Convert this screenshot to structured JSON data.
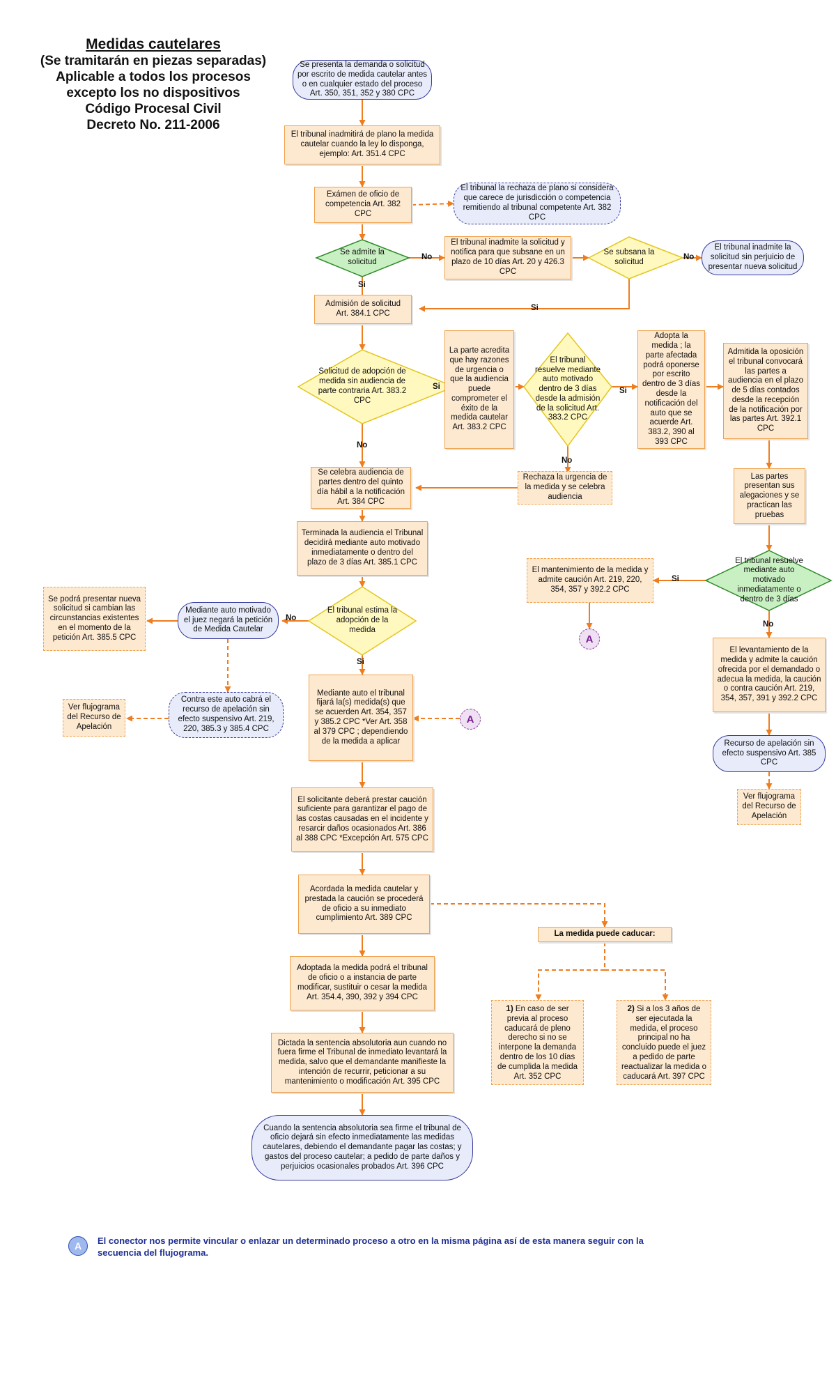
{
  "title": {
    "line1": "Medidas cautelares",
    "line2": "(Se tramitarán en piezas separadas)",
    "line3": "Aplicable a todos los procesos",
    "line4": "excepto los no dispositivos",
    "line5": "Código Procesal Civil",
    "line6": "Decreto No. 211-2006"
  },
  "nodes": {
    "n1": "Se presenta la demanda o solicitud por escrito de medida cautelar antes o en cualquier estado del proceso Art. 350, 351, 352 y 380 CPC",
    "n2": "El tribunal inadmitirá de plano la medida cautelar cuando la ley lo disponga, ejemplo: Art. 351.4 CPC",
    "n3": "Exámen de oficio de competencia Art. 382 CPC",
    "n3b": "El tribunal la rechaza de plano si considera que carece de jurisdicción o competencia remitiendo al tribunal competente Art. 382 CPC",
    "d1": "Se admite la solicitud",
    "n4": "El tribunal inadmite la solicitud y notifica para que subsane en un plazo de 10 días Art. 20 y 426.3 CPC",
    "d2": "Se subsana la solicitud",
    "n5": "El tribunal inadmite la solicitud sin perjuicio de presentar nueva solicitud",
    "n6": "Admisión de solicitud Art. 384.1 CPC",
    "d3": "Solicitud de adopción de medida sin audiencia de parte contraria Art. 383.2 CPC",
    "n7": "La parte acredita que hay razones de urgencia o que la audiencia puede comprometer el éxito de la medida cautelar Art. 383.2 CPC",
    "d4": "El tribunal resuelve mediante auto motivado dentro de 3 días desde la admisión de la solicitud Art. 383.2 CPC",
    "n8": "Adopta la medida ; la parte afectada podrá oponerse por escrito dentro de 3 días desde la notificación del auto que se acuerde Art. 383.2, 390 al 393 CPC",
    "n9": "Admitida la oposición el tribunal convocará las partes a audiencia en el plazo de 5 días contados desde la recepción de la notificación por las partes Art. 392.1 CPC",
    "n10": "Rechaza la urgencia de la medida y se celebra audiencia",
    "n11": "Se celebra audiencia de partes dentro del quinto día hábil a la notificación Art. 384 CPC",
    "n12": "Las partes presentan sus alegaciones y se practican las pruebas",
    "n13": "Terminada la audiencia el Tribunal decidirá mediante auto motivado inmediatamente o dentro del plazo de 3 días Art. 385.1 CPC",
    "n14": "El mantenimiento de la medida y admite caución Art. 219, 220, 354, 357 y 392.2 CPC",
    "d5": "El tribunal resuelve mediante auto motivado inmediatamente o dentro de 3 días",
    "n15": "Se podrá presentar nueva solicitud si cambian las circunstancias existentes en el momento de la petición Art. 385.5 CPC",
    "n16": "Mediante auto motivado el juez negará la petición de Medida Cautelar",
    "d6": "El tribunal estima la adopción de la medida",
    "n17": "El levantamiento de la medida y admite la caución ofrecida por el demandado o adecua la medida, la caución o contra caución Art. 219, 354, 357, 391 y 392.2 CPC",
    "n18": "Ver flujograma del Recurso de Apelación",
    "n19": "Contra este auto cabrá el recurso de apelación sin efecto suspensivo Art. 219, 220, 385.3 y 385.4 CPC",
    "n20": "Mediante auto el tribunal fijará la(s) medida(s) que se acuerden Art. 354, 357 y 385.2 CPC *Ver Art. 358 al 379 CPC ; dependiendo de la medida a aplicar",
    "n21": "Recurso de apelación sin efecto suspensivo Art. 385 CPC",
    "n22": "Ver flujograma del Recurso de Apelación",
    "n23": "El solicitante deberá prestar caución suficiente para garantizar el pago de las costas causadas en el incidente y resarcir daños ocasionados Art. 386 al 388 CPC *Excepción Art. 575 CPC",
    "n24": "Acordada la medida cautelar y prestada la caución se procederá de oficio a su inmediato cumplimiento Art. 389 CPC",
    "n25": "La medida puede caducar:",
    "n26": "Adoptada la medida podrá el tribunal de oficio o a instancia de parte modificar, sustituir o cesar la medida Art. 354.4, 390, 392 y 394 CPC",
    "n27a": "1)",
    "n27": "En caso de ser previa al proceso caducará de pleno derecho si no se interpone la demanda dentro de los 10 días de cumplida la medida Art. 352 CPC",
    "n28a": "2)",
    "n28": "Si a los 3 años de ser ejecutada la medida, el proceso principal no ha concluido puede el juez a pedido de parte reactualizar la medida o caducará Art. 397 CPC",
    "n29": "Dictada la sentencia absolutoria aun cuando no fuera firme el Tribunal de inmediato levantará la medida, salvo que el demandante manifieste la intención de recurrir, peticionar a su mantenimiento o modificación Art. 395 CPC",
    "n30": "Cuando la sentencia absolutoria sea firme el tribunal de oficio dejará sin efecto inmediatamente las medidas cautelares, debiendo el demandante pagar las costas; y gastos del proceso cautelar; a pedido de parte daños y perjuicios ocasionales probados Art. 396 CPC"
  },
  "labels": {
    "no": "No",
    "si": "Si"
  },
  "connector": "A",
  "note": "El conector nos permite vincular o enlazar un determinado proceso a otro en la misma página así de esta manera seguir con la secuencia del flujograma.",
  "colors": {
    "arrow": "#ee7d1f",
    "box_fill": "#fde9d0",
    "box_border": "#f0a14a",
    "pill_fill": "#e8ecfa",
    "pill_border": "#35399a",
    "decision_green": "#c9f0c2",
    "decision_yellow": "#fff8bf"
  }
}
